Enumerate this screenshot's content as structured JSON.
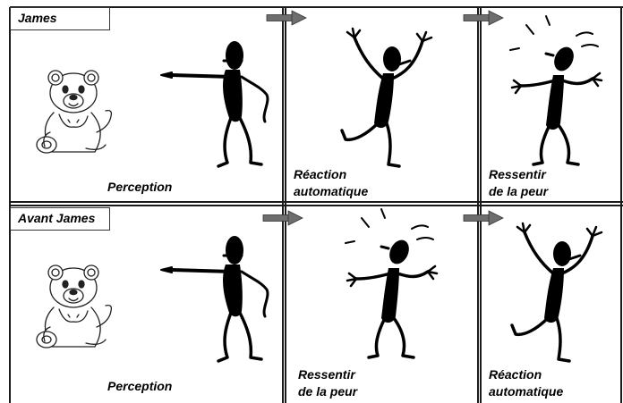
{
  "rows": [
    {
      "label": "James",
      "panels": [
        {
          "caption": [
            "Perception"
          ],
          "figure": "pointing-figure"
        },
        {
          "caption": [
            "Réaction",
            "automatique"
          ],
          "figure": "running-figure"
        },
        {
          "caption": [
            "Ressentir",
            "de la peur"
          ],
          "figure": "scared-figure"
        }
      ]
    },
    {
      "label": "Avant James",
      "panels": [
        {
          "caption": [
            "Perception"
          ],
          "figure": "pointing-figure"
        },
        {
          "caption": [
            "Ressentir",
            "de la peur"
          ],
          "figure": "scared-figure"
        },
        {
          "caption": [
            "Réaction",
            "automatique"
          ],
          "figure": "running-figure"
        }
      ]
    }
  ],
  "colors": {
    "line": "#1a1a1a",
    "arrow": "#6e6e6e",
    "figure": "#000000"
  },
  "icons": [
    "bear-icon",
    "arrow-right-icon"
  ]
}
